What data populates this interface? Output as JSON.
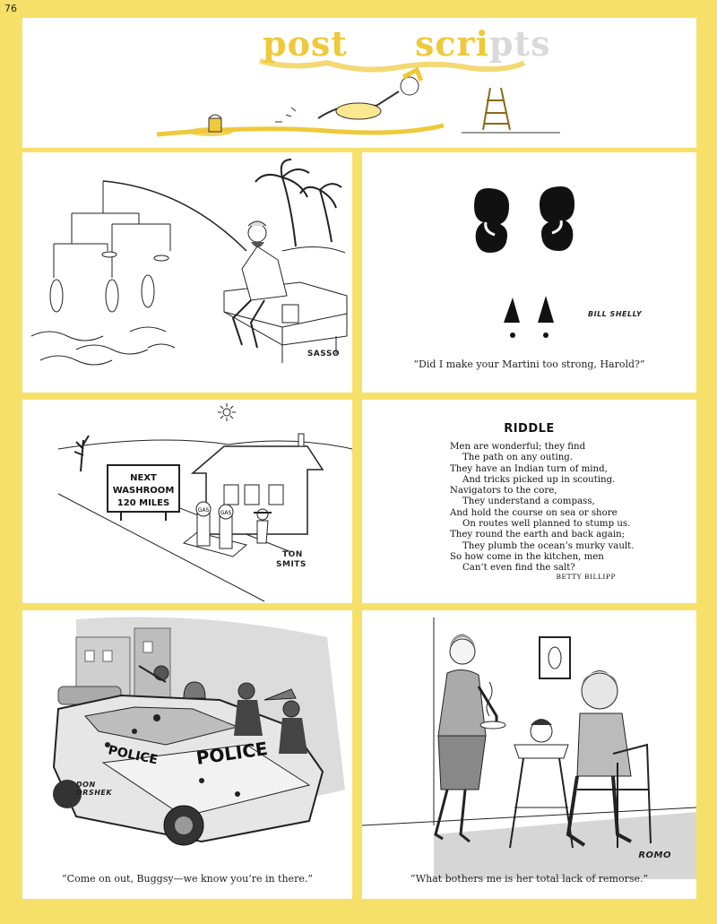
{
  "page_number": "76",
  "header": {
    "title_part1": "post",
    "title_part2_a": "scri",
    "title_part2_b": "pts"
  },
  "cartoons": [
    {
      "id": "fishing-mobile",
      "caption": "",
      "signature": "SASSO"
    },
    {
      "id": "footprints",
      "caption": "“Did I make your Martini too strong, Harold?”",
      "signature": "BILL SHELLY"
    },
    {
      "id": "washroom",
      "caption": "",
      "signature_line1": "TON",
      "signature_line2": "SMITS",
      "sign_lines": [
        "NEXT",
        "WASHROOM",
        "120 MILES"
      ],
      "pump_labels": [
        "GAS",
        "GAS"
      ]
    },
    {
      "id": "police",
      "caption": "“Come on out, Buggsy—we know you’re in there.”",
      "signature": "DON ORSHEK",
      "car_text": "POLICE"
    },
    {
      "id": "remorse",
      "caption": "“What bothers me is her total lack of remorse.”",
      "signature": "ROMO"
    }
  ],
  "riddle": {
    "title": "RIDDLE",
    "lines": [
      "Men are wonderful; they find",
      "The path on any outing.",
      "They have an Indian turn of mind,",
      "And tricks picked up in scouting.",
      "Navigators to the core,",
      "They understand a compass,",
      "And hold the course on sea or shore",
      "On routes well planned to stump us.",
      "They round the earth and back again;",
      "They plumb the ocean’s murky vault.",
      "So how come in the kitchen, men",
      "Can’t even find the salt?"
    ],
    "author": "BETTY BILLIPP"
  },
  "colors": {
    "page_background": "#f7e06a",
    "title_yellow": "#eec93a"
  }
}
